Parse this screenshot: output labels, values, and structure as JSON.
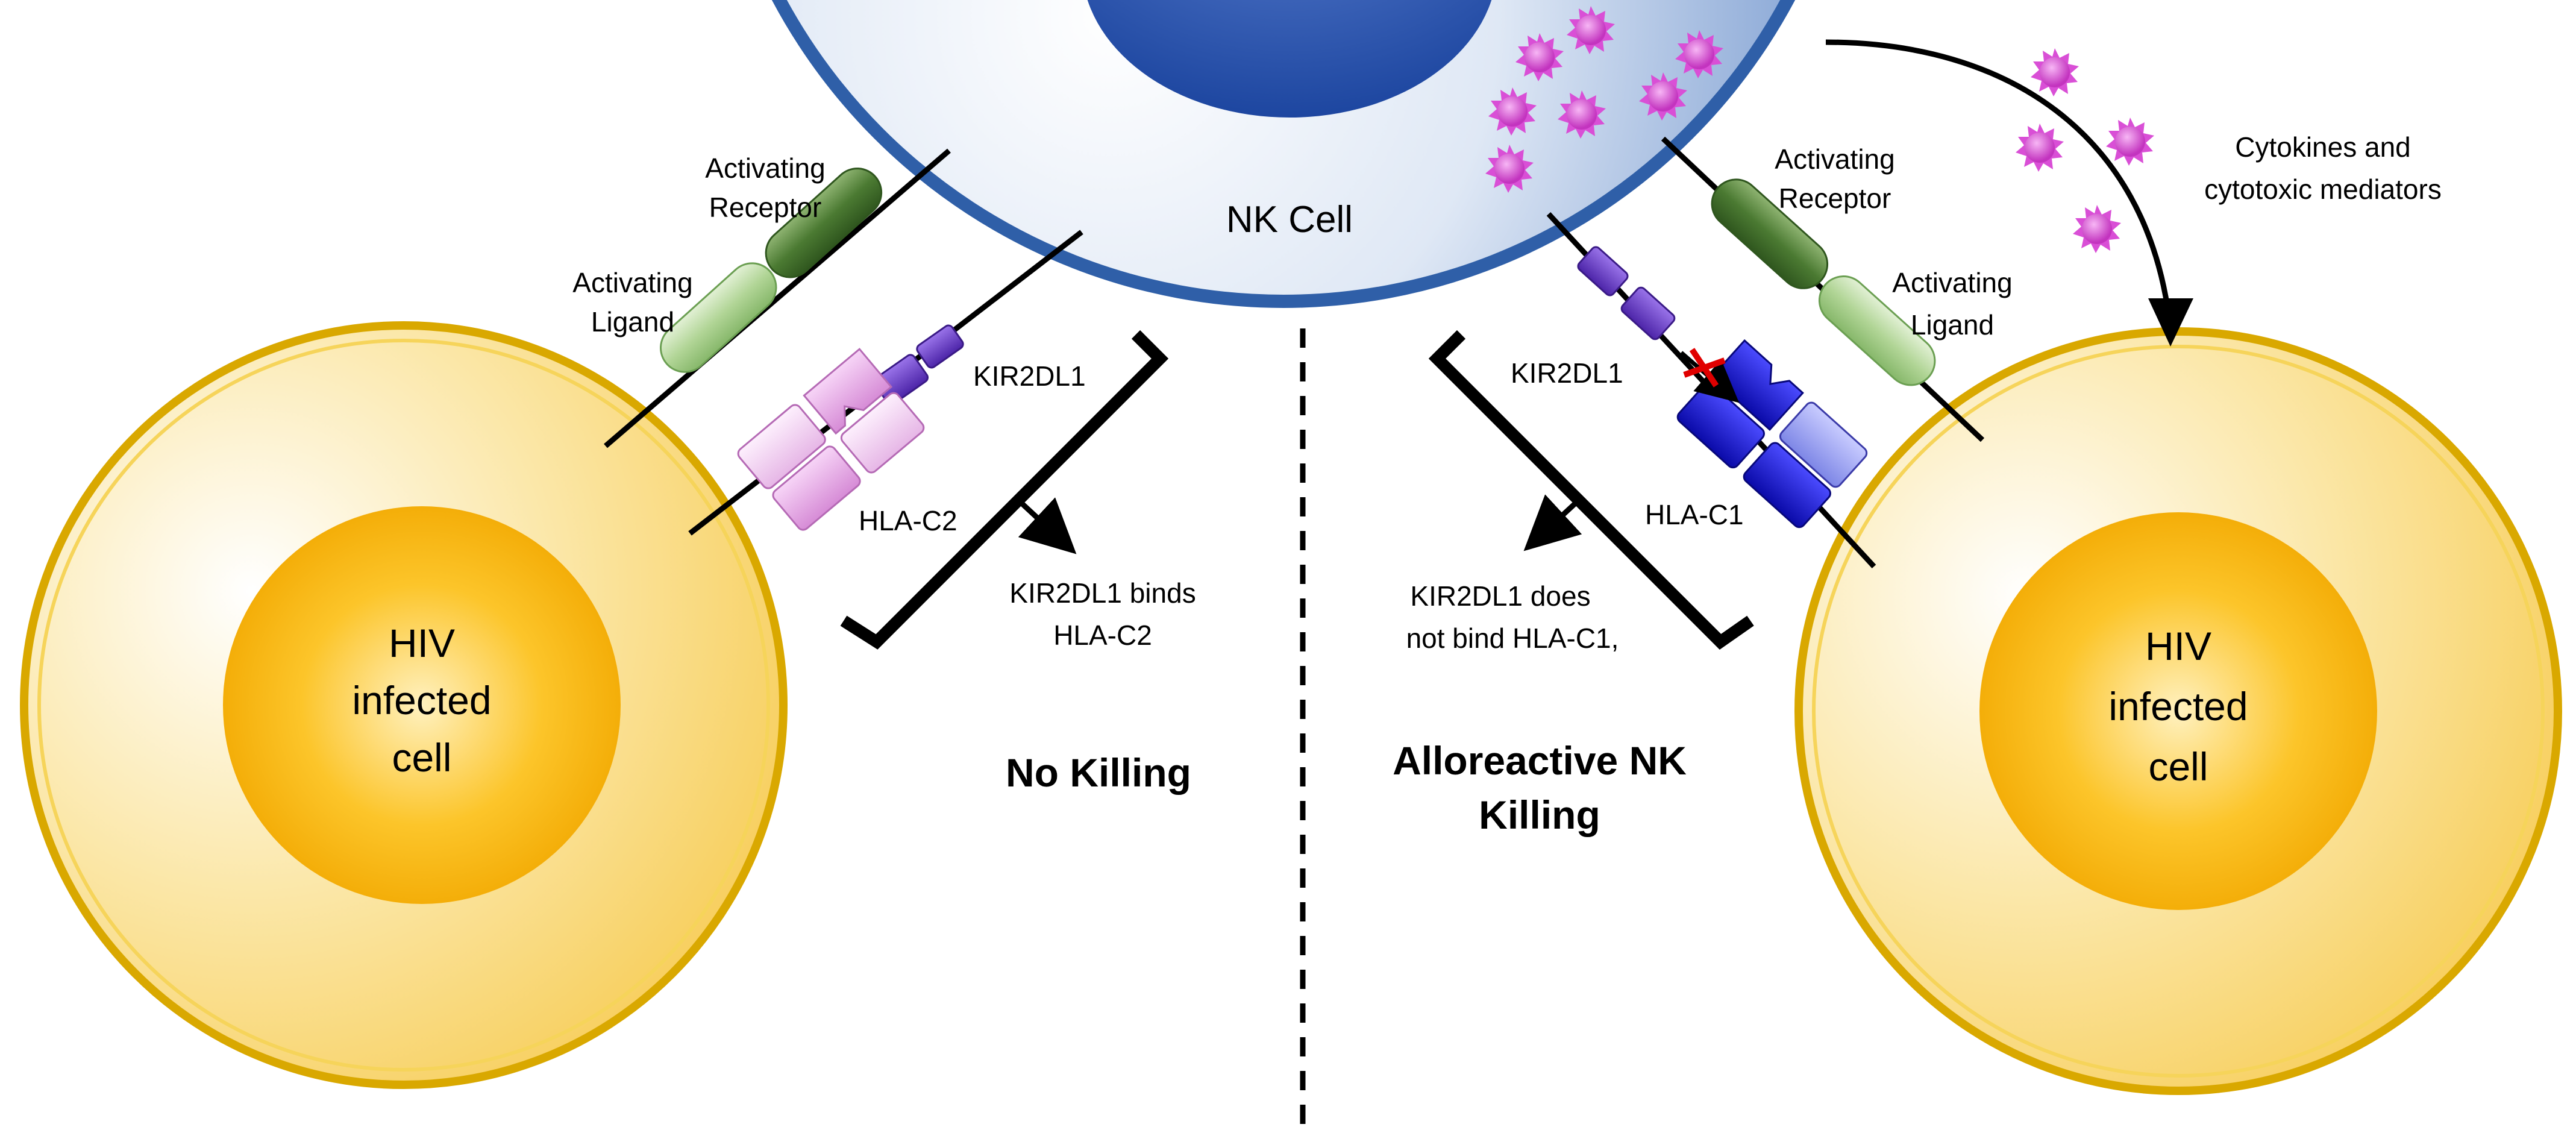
{
  "nk_cell": {
    "label": "NK Cell"
  },
  "left_cell": {
    "line1": "HIV",
    "line2": "infected",
    "line3": "cell"
  },
  "right_cell": {
    "line1": "HIV",
    "line2": "infected",
    "line3": "cell"
  },
  "left_panel": {
    "activating_receptor": [
      "Activating",
      "Receptor"
    ],
    "activating_ligand": [
      "Activating",
      "Ligand"
    ],
    "kir_label": "KIR2DL1",
    "hla_label": "HLA-C2",
    "result_text": [
      "KIR2DL1 binds",
      "HLA-C2"
    ],
    "outcome": "No Killing"
  },
  "right_panel": {
    "activating_receptor": [
      "Activating",
      "Receptor"
    ],
    "activating_ligand": [
      "Activating",
      "Ligand"
    ],
    "kir_label": "KIR2DL1",
    "hla_label": "HLA-C1",
    "result_text": [
      "KIR2DL1 does",
      "not bind HLA-C1,"
    ],
    "outcome": [
      "Alloreactive NK",
      "Killing"
    ],
    "cytokines_label": [
      "Cytokines and",
      "cytotoxic mediators"
    ]
  },
  "colors": {
    "nk_membrane": "#2f5fa8",
    "nk_nucleus": "#1e4aa3",
    "target_membrane": "#d9a800",
    "target_nucleus": "#f5b400",
    "receptor_dark": "#3e6e2a",
    "ligand_light": "#a8d08d",
    "kir_purple": "#6b3fc9",
    "hla_c2_pink": "#e8a6e8",
    "hla_c1_blue": "#1a1ad9",
    "granule": "#d94fd6",
    "block_x": "#e00000"
  }
}
